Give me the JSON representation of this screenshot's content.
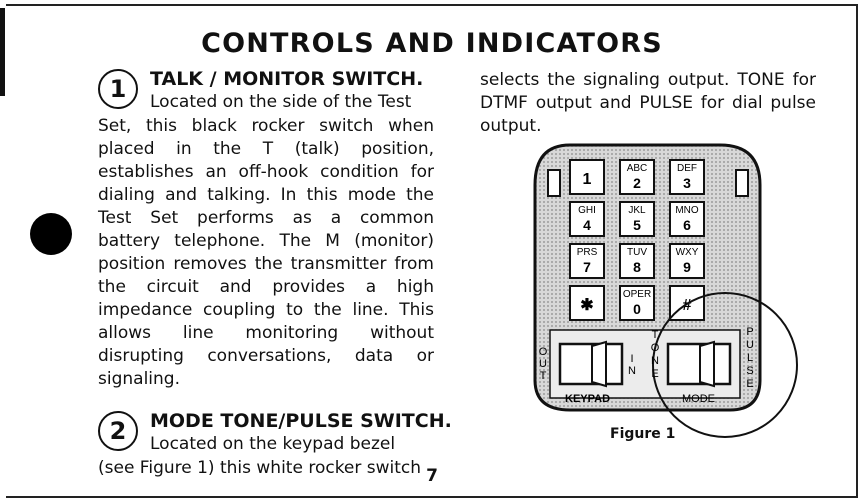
{
  "title": "CONTROLS AND INDICATORS",
  "item1": {
    "number": "1",
    "heading": "TALK / MONITOR SWITCH.",
    "first_line": "Located on the side of the Test",
    "text": "Set, this black rocker switch when placed in the T (talk) position, establishes an off-hook condition for dialing and talking. In this mode the Test Set performs as a common battery telephone. The M (monitor) position removes the transmitter from the circuit and provides a high impedance coupling to the line. This allows line monitoring without disrupting conversations, data or signaling."
  },
  "item2": {
    "number": "2",
    "heading": "MODE TONE/PULSE SWITCH.",
    "first_line": "Located on the keypad bezel",
    "text": "(see Figure 1) this white rocker switch"
  },
  "right_column": {
    "text": "selects the signaling output. TONE for DTMF output and PULSE for dial pulse output."
  },
  "figure": {
    "caption": "Figure 1",
    "keys": [
      {
        "letters": "",
        "digit": "1"
      },
      {
        "letters": "ABC",
        "digit": "2"
      },
      {
        "letters": "DEF",
        "digit": "3"
      },
      {
        "letters": "GHI",
        "digit": "4"
      },
      {
        "letters": "JKL",
        "digit": "5"
      },
      {
        "letters": "MNO",
        "digit": "6"
      },
      {
        "letters": "PRS",
        "digit": "7"
      },
      {
        "letters": "TUV",
        "digit": "8"
      },
      {
        "letters": "WXY",
        "digit": "9"
      },
      {
        "letters": "",
        "digit": "✱"
      },
      {
        "letters": "OPER",
        "digit": "0"
      },
      {
        "letters": "",
        "digit": "#"
      }
    ],
    "out_label": "OUT",
    "in_label": "IN",
    "tone_label": "TONE",
    "pulse_label": "PULSE",
    "keypad_label": "KEYPAD",
    "mode_label": "MODE"
  },
  "page_number": "7"
}
